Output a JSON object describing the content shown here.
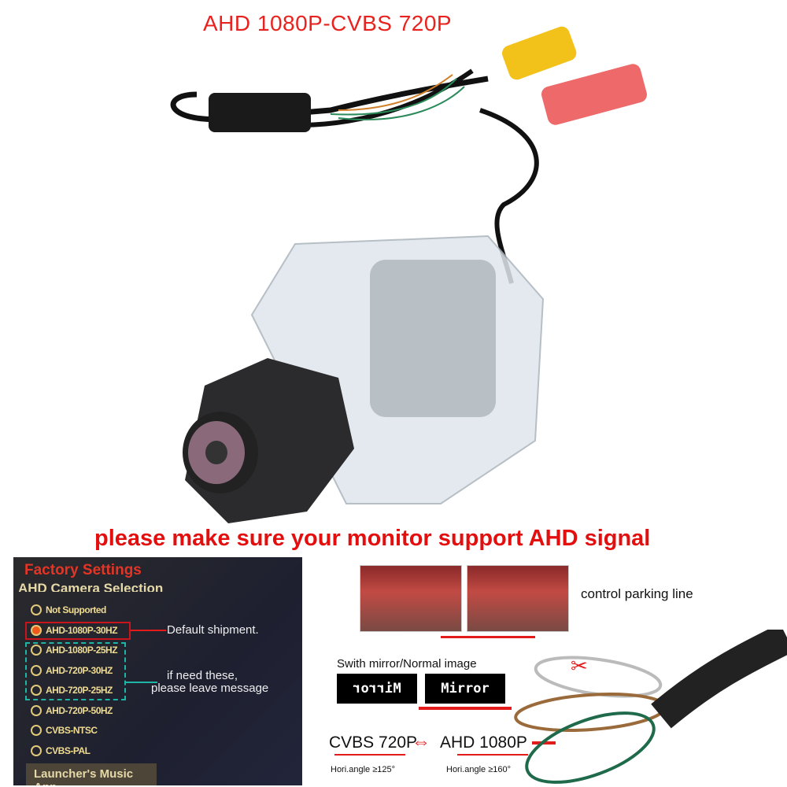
{
  "title": "AHD 1080P-CVBS 720P",
  "warning": "please make sure your monitor support AHD signal",
  "panel": {
    "header": "Factory Settings",
    "section": "AHD Camera Selection",
    "options": [
      {
        "label": "Not Supported",
        "selected": false
      },
      {
        "label": "AHD-1080P-30HZ",
        "selected": true
      },
      {
        "label": "AHD-1080P-25HZ",
        "selected": false
      },
      {
        "label": "AHD-720P-30HZ",
        "selected": false
      },
      {
        "label": "AHD-720P-25HZ",
        "selected": false
      },
      {
        "label": "AHD-720P-50HZ",
        "selected": false
      },
      {
        "label": "CVBS-NTSC",
        "selected": false
      },
      {
        "label": "CVBS-PAL",
        "selected": false
      }
    ],
    "default_note": "Default shipment.",
    "need_note_1": "if need these,",
    "need_note_2": "please leave message",
    "launcher": "Launcher's Music App"
  },
  "wires": {
    "parking": "control parking line",
    "mirror_caption": "Swith mirror/Normal image",
    "mirror_flipped": "Mirror",
    "mirror_normal": "Mirror",
    "cvbs": "CVBS 720P",
    "ahd": "AHD 1080P",
    "cvbs_angle": "Hori.angle ≥125°",
    "ahd_angle": "Hori.angle ≥160°"
  },
  "colors": {
    "accent_red": "#e30f0f",
    "gold": "#f0dc90",
    "teal": "#1fb5a5"
  }
}
